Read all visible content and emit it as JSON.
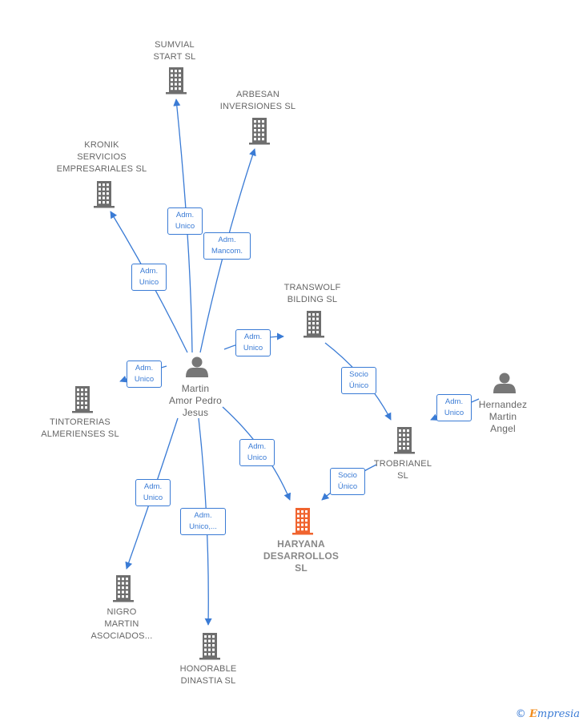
{
  "nodes": {
    "martin": {
      "label": "Martin\nAmor Pedro\nJesus",
      "type": "person"
    },
    "hernandez": {
      "label": "Hernandez\nMartin\nAngel",
      "type": "person"
    },
    "sumvial": {
      "label": "SUMVIAL\nSTART  SL",
      "type": "company"
    },
    "arbesan": {
      "label": "ARBESAN\nINVERSIONES SL",
      "type": "company"
    },
    "kronik": {
      "label": "KRONIK\nSERVICIOS\nEMPRESARIALES SL",
      "type": "company"
    },
    "transwolf": {
      "label": "TRANSWOLF\nBILDING  SL",
      "type": "company"
    },
    "tintorerias": {
      "label": "TINTORERIAS\nALMERIENSES SL",
      "type": "company"
    },
    "trobrianel": {
      "label": "TROBRIANEL\nSL",
      "type": "company"
    },
    "haryana": {
      "label": "HARYANA\nDESARROLLOS\nSL",
      "type": "company-main"
    },
    "nigro": {
      "label": "NIGRO\nMARTIN\nASOCIADOS...",
      "type": "company"
    },
    "honorable": {
      "label": "HONORABLE\nDINASTIA  SL",
      "type": "company"
    }
  },
  "edges": [
    {
      "id": "martin-sumvial",
      "from": "martin",
      "to": "sumvial",
      "label": "Adm.\nUnico"
    },
    {
      "id": "martin-arbesan",
      "from": "martin",
      "to": "arbesan",
      "label": "Adm.\nMancom."
    },
    {
      "id": "martin-kronik",
      "from": "martin",
      "to": "kronik",
      "label": "Adm.\nUnico"
    },
    {
      "id": "martin-transwolf",
      "from": "martin",
      "to": "transwolf",
      "label": "Adm.\nUnico"
    },
    {
      "id": "martin-tintorerias",
      "from": "martin",
      "to": "tintorerias",
      "label": "Adm.\nUnico"
    },
    {
      "id": "martin-haryana",
      "from": "martin",
      "to": "haryana",
      "label": "Adm.\nUnico"
    },
    {
      "id": "martin-nigro",
      "from": "martin",
      "to": "nigro",
      "label": "Adm.\nUnico"
    },
    {
      "id": "martin-honorable",
      "from": "martin",
      "to": "honorable",
      "label": "Adm.\nUnico,..."
    },
    {
      "id": "transwolf-trobrianel",
      "from": "transwolf",
      "to": "trobrianel",
      "label": "Socio\nÚnico"
    },
    {
      "id": "hernandez-trobrianel",
      "from": "hernandez",
      "to": "trobrianel",
      "label": "Adm.\nUnico"
    },
    {
      "id": "trobrianel-haryana",
      "from": "trobrianel",
      "to": "haryana",
      "label": "Socio\nÚnico"
    }
  ],
  "colors": {
    "edge": "#3a7bd5",
    "company_icon": "#6e6e6e",
    "main_icon": "#f0642f",
    "person_icon": "#777777"
  },
  "footer": {
    "copyright_symbol": "©",
    "brand_first_letter": "E",
    "brand_rest": "mpresia"
  }
}
